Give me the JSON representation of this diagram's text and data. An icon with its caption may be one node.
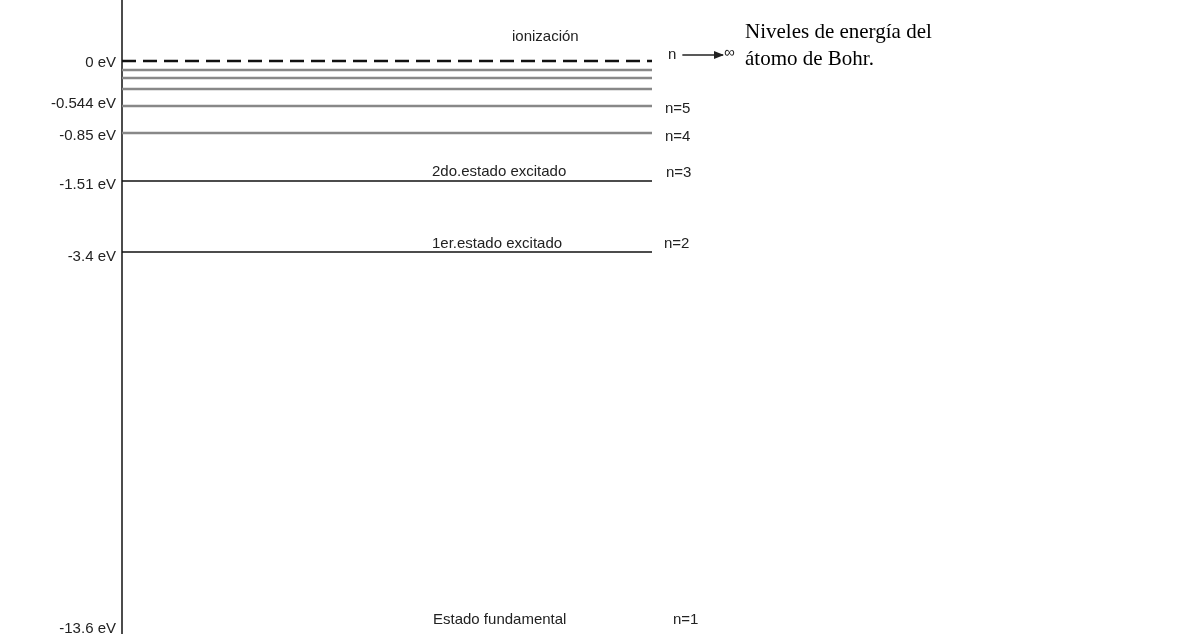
{
  "diagram": {
    "caption": "Niveles de energía del átomo de Bohr.",
    "nodes": [
      {
        "text": [
          "n"
        ]
      },
      {
        "text": [
          "∞"
        ]
      }
    ],
    "edges": [
      {
        "from": 0,
        "to": 1,
        "arrow": "to"
      }
    ],
    "labels": [
      "ionización",
      "0 eV",
      "-0.544 eV",
      "n=5",
      "-0.85 eV",
      "n=4",
      "2do.estado excitado",
      "n=3",
      "-1.51 eV",
      "1er.estado excitado",
      "n=2",
      "-3.4 eV",
      "Estado fundamental",
      "n=1",
      "-13.6 eV"
    ]
  }
}
